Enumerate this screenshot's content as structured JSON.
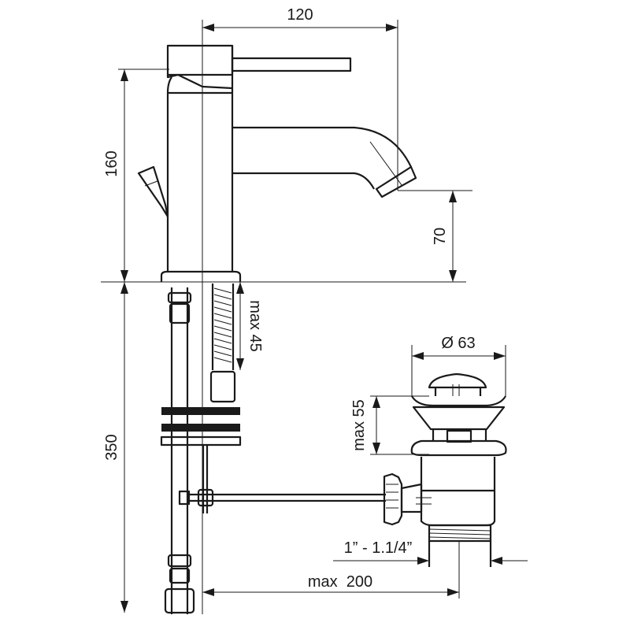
{
  "drawing": {
    "dimensions": {
      "spout_reach": "120",
      "faucet_height": "160",
      "spout_height": "70",
      "rod_length": "max 45",
      "hose_length": "350",
      "drain_diameter": "Ø 63",
      "drain_height": "max 55",
      "drain_thread": "1” - 1.1/4”",
      "rod_reach": "max  200"
    },
    "colors": {
      "line": "#1a1a1a",
      "background": "#ffffff"
    }
  }
}
